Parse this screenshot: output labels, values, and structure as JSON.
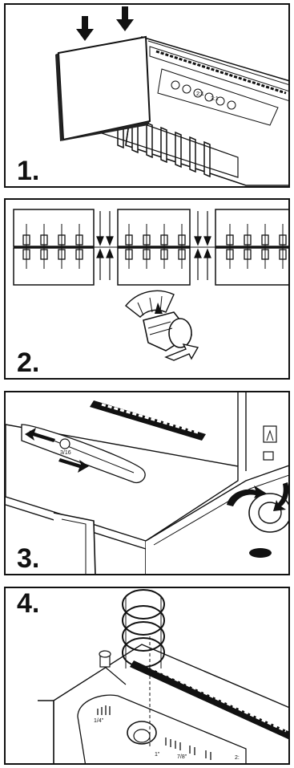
{
  "steps": [
    {
      "number": "1."
    },
    {
      "number": "2."
    },
    {
      "number": "3."
    },
    {
      "number": "4."
    }
  ],
  "panel1": {
    "scale_labels": [
      "2:1",
      "3:1"
    ]
  },
  "panel3": {
    "marker_text": "3/16"
  },
  "panel4": {
    "scale_labels": [
      "1/4\"",
      "1\"",
      "7/8\"",
      "2:"
    ]
  }
}
